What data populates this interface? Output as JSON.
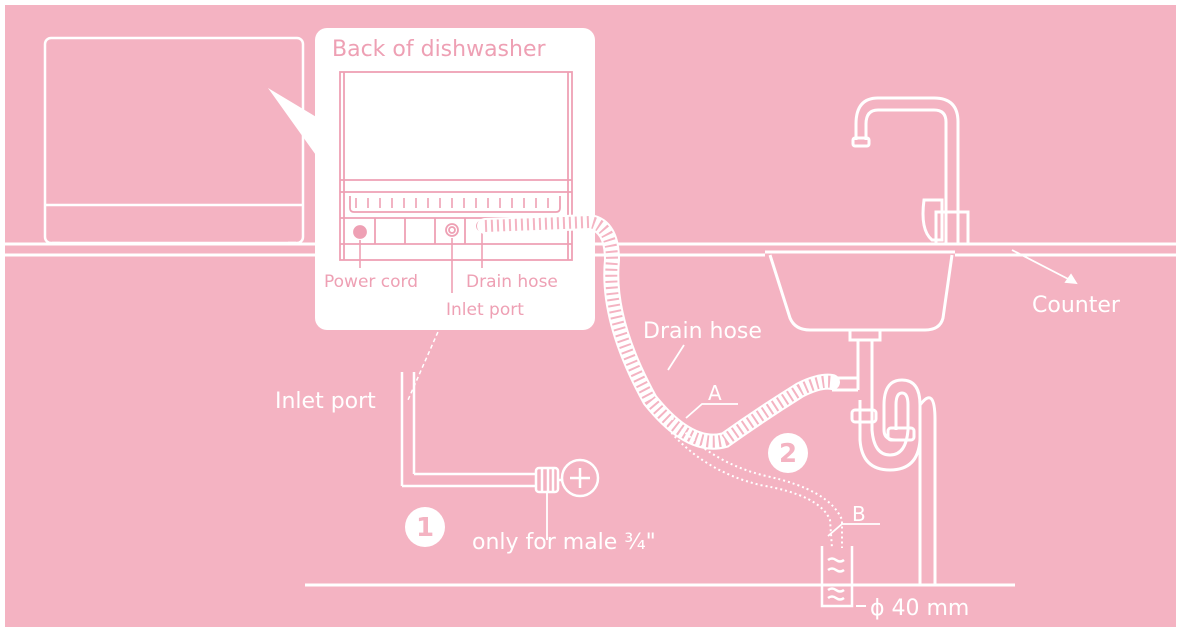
{
  "colors": {
    "background": "#f4b3c2",
    "line": "#ffffff",
    "callout_text": "#eea0b4",
    "callout_bg": "#ffffff"
  },
  "callout": {
    "title": "Back of dishwasher",
    "power_cord": "Power cord",
    "drain_hose": "Drain hose",
    "inlet_port": "Inlet port"
  },
  "labels": {
    "inlet_port": "Inlet port",
    "drain_hose": "Drain hose",
    "counter": "Counter",
    "only_male": "only for male ¾\"",
    "a": "A",
    "b": "B",
    "diameter": "ϕ 40 mm"
  },
  "steps": {
    "one": "1",
    "two": "2"
  },
  "icons": [
    "dishwasher-icon",
    "faucet-icon",
    "sink-icon",
    "p-trap-icon",
    "water-valve-icon",
    "drain-pipe-icon"
  ]
}
